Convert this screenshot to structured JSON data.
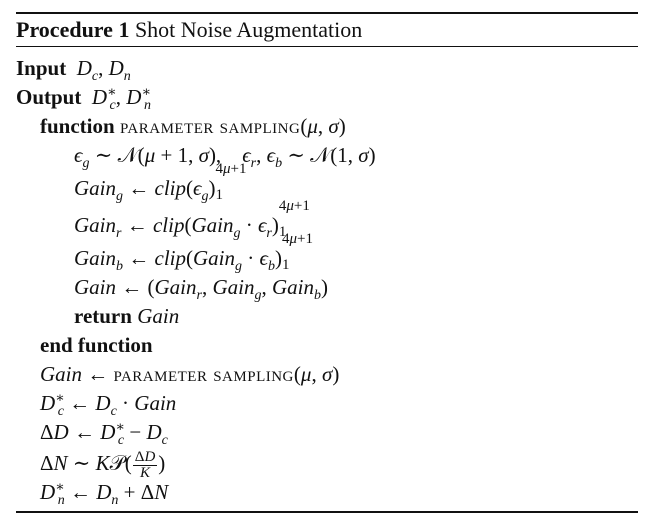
{
  "caption": {
    "label": "Procedure 1",
    "title": "Shot Noise Augmentation"
  },
  "lines": {
    "input_kw": "Input",
    "input_args": "D",
    "output_kw": "Output",
    "function_kw": "function",
    "function_name": "parameter sampling",
    "return_kw": "return",
    "return_value": "Gain",
    "end_function_kw": "end function",
    "call_name": "parameter sampling"
  }
}
